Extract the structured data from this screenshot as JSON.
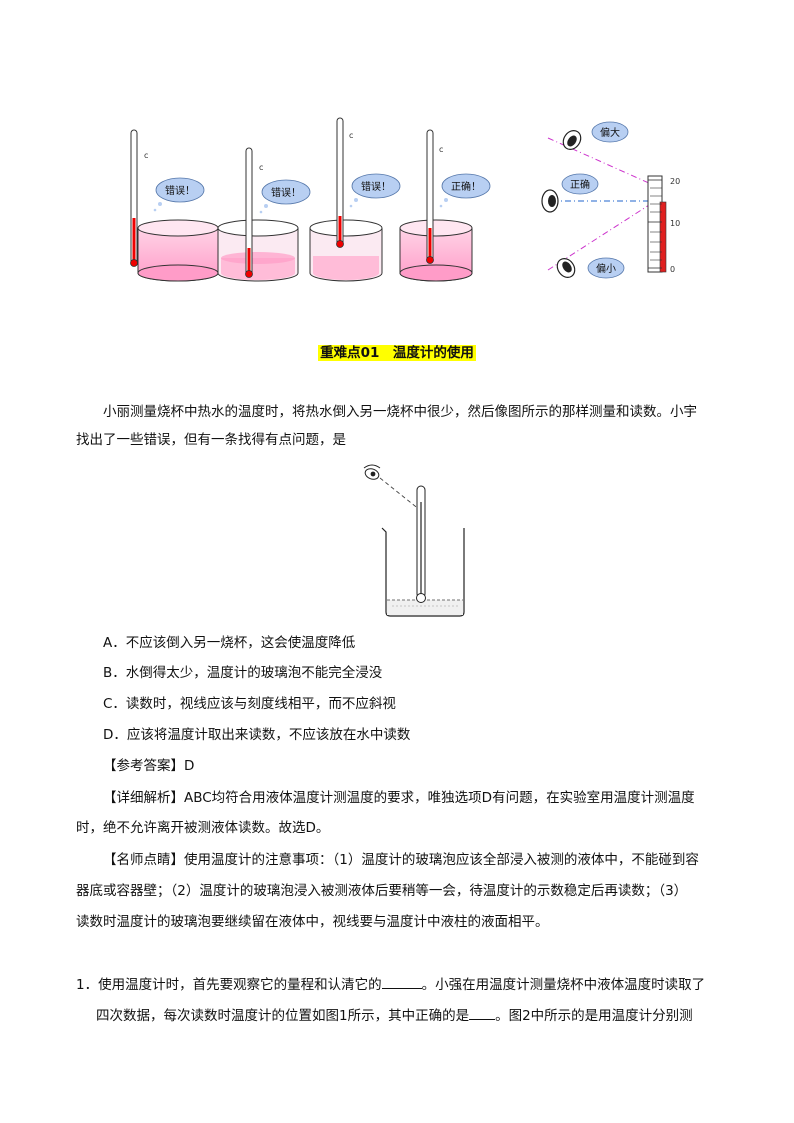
{
  "figure1": {
    "bubbles": [
      "错误！",
      "错误！",
      "错误！",
      "正确！"
    ],
    "unit_labels": [
      "c",
      "c",
      "c",
      "c"
    ]
  },
  "figure2": {
    "eye_labels": [
      "偏大",
      "正确",
      "偏小"
    ],
    "scale_labels": [
      "20",
      "10",
      "0"
    ]
  },
  "section_title": "重难点01　温度计的使用",
  "question": {
    "stem_line1": "小丽测量烧杯中热水的温度时，将热水倒入另一烧杯中很少，然后像图所示的那样测量和读数。小宇",
    "stem_line2": "找出了一些错误，但有一条找得有点问题，是",
    "options": [
      "A．不应该倒入另一烧杯，这会使温度降低",
      "B．水倒得太少，温度计的玻璃泡不能完全浸没",
      "C．读数时，视线应该与刻度线相平，而不应斜视",
      "D．应该将温度计取出来读数，不应该放在水中读数"
    ],
    "answer": "【参考答案】D",
    "analysis_line1": "【详细解析】ABC均符合用液体温度计测温度的要求，唯独选项D有问题，在实验室用温度计测温度",
    "analysis_line2": "时，绝不允许离开被测液体读数。故选D。",
    "tips_line1": "【名师点睛】使用温度计的注意事项：（1）温度计的玻璃泡应该全部浸入被测的液体中，不能碰到容",
    "tips_line2": "器底或容器壁；（2）温度计的玻璃泡浸入被测液体后要稍等一会，待温度计的示数稳定后再读数；（3）",
    "tips_line3": "读数时温度计的玻璃泡要继续留在液体中，视线要与温度计中液柱的液面相平。"
  },
  "exercise1": {
    "line1_a": "1．使用温度计时，首先要观察它的量程和认清它的",
    "line1_b": "。小强在用温度计测量烧杯中液体温度时读取了",
    "line2_a": "四次数据，每次读数时温度计的位置如图1所示，其中正确的是",
    "line2_b": "。图2中所示的是用温度计分别测"
  }
}
